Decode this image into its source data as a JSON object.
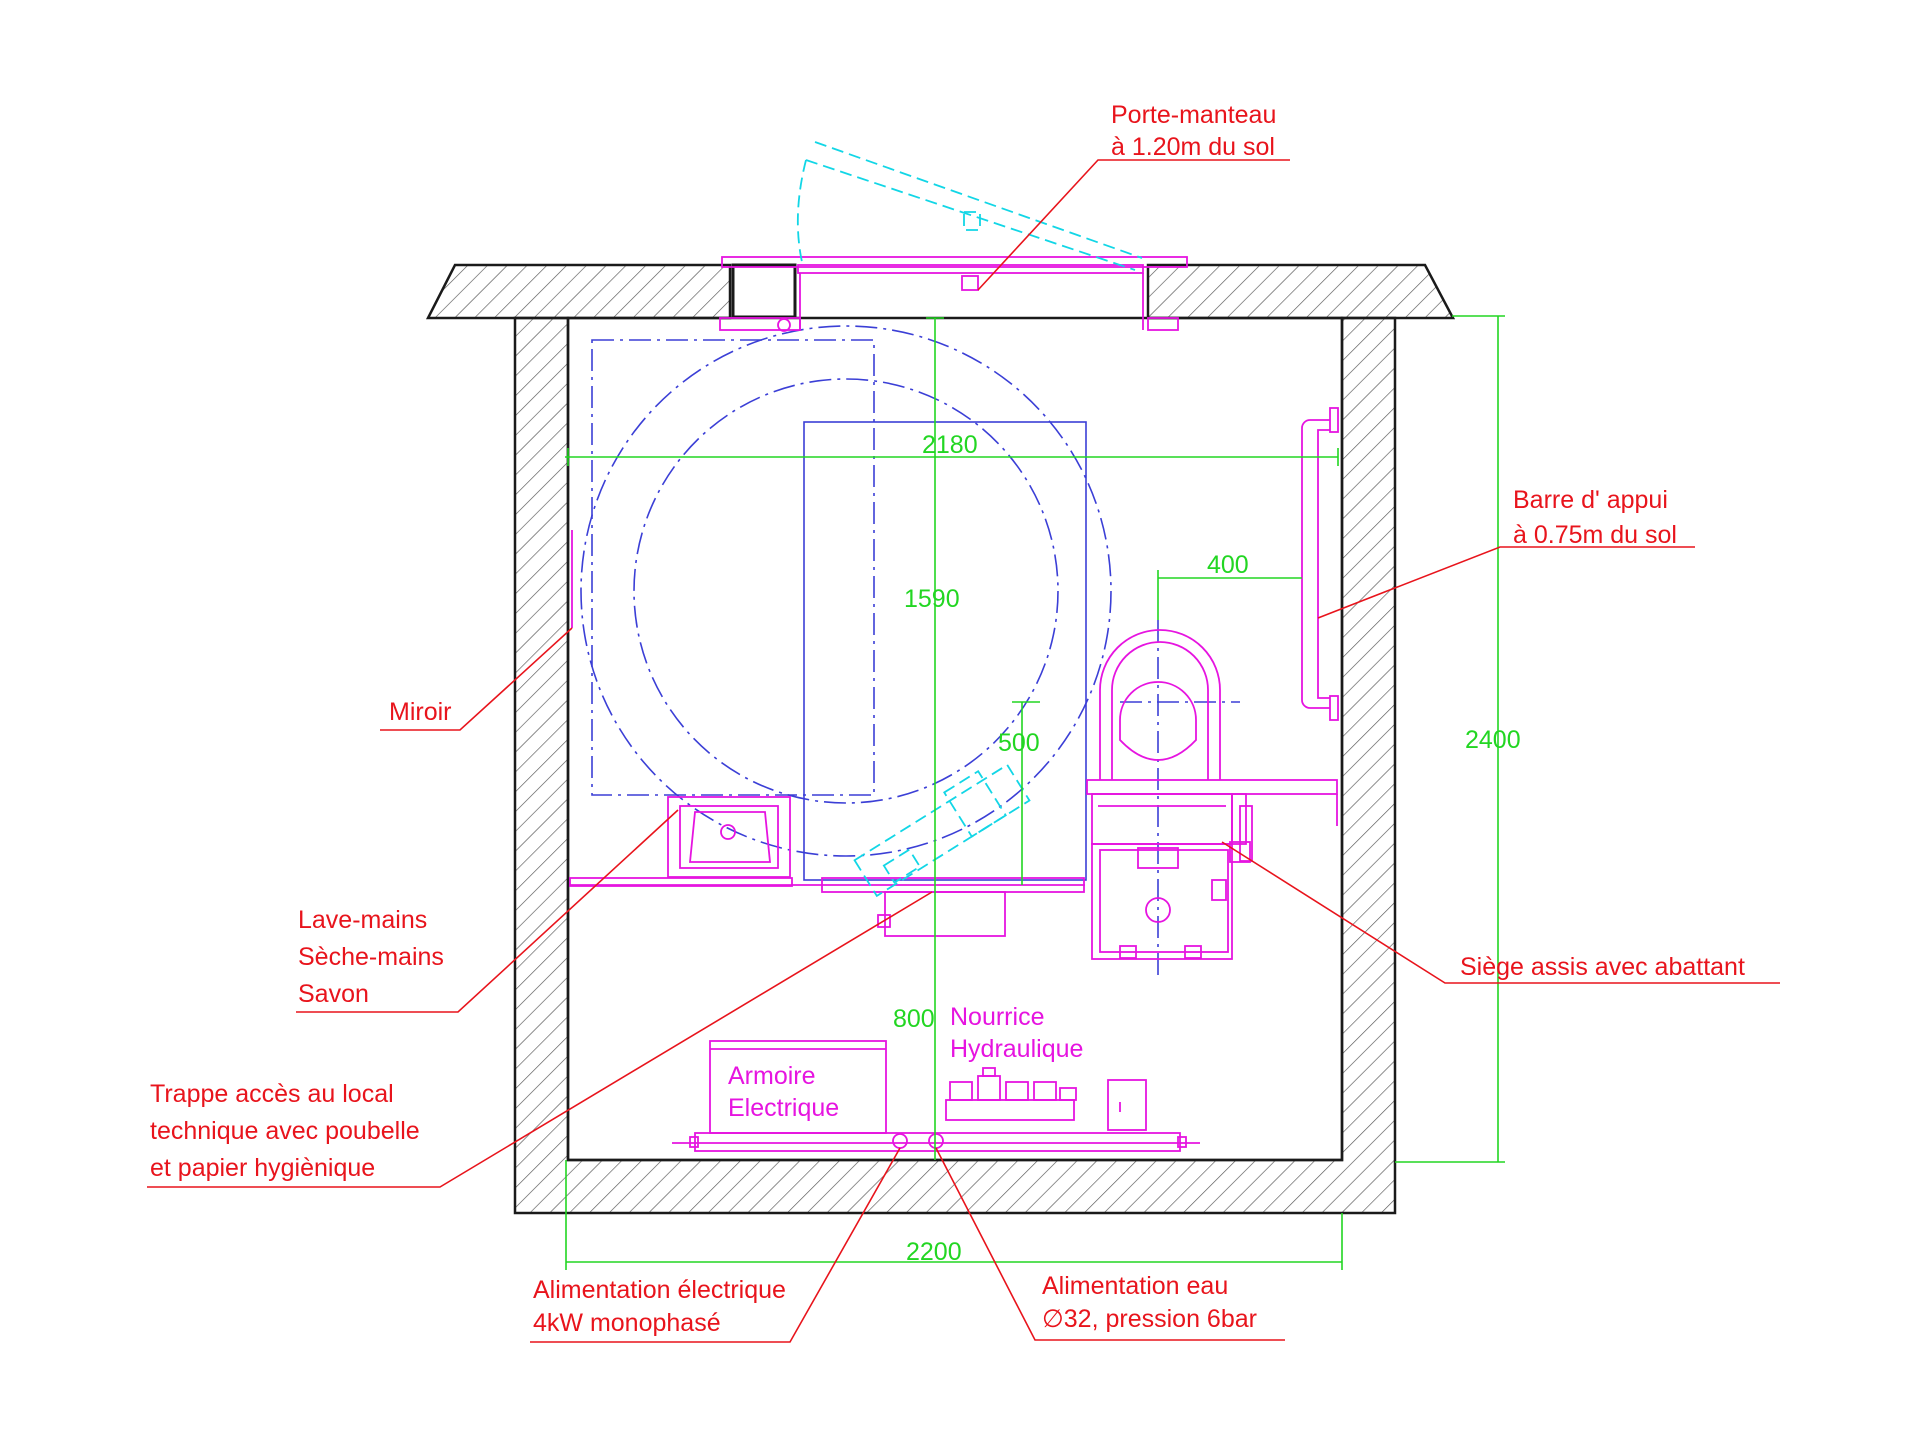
{
  "labels": {
    "porte_manteau": [
      "Porte-manteau",
      "à 1.20m du sol"
    ],
    "barre_appui": [
      "Barre d' appui",
      "à 0.75m du sol"
    ],
    "miroir": "Miroir",
    "lave_mains": [
      "Lave-mains",
      "Sèche-mains",
      "Savon"
    ],
    "siege": "Siège assis avec abattant",
    "trappe": [
      "Trappe accès au local",
      "technique avec poubelle",
      "et papier hygiènique"
    ],
    "alim_elec": [
      "Alimentation électrique",
      "4kW monophasé"
    ],
    "alim_eau": [
      "Alimentation eau",
      "∅32, pression 6bar"
    ]
  },
  "equipment": {
    "nourrice": [
      "Nourrice",
      "Hydraulique"
    ],
    "armoire": [
      "Armoire",
      "Electrique"
    ]
  },
  "dimensions": {
    "width_inner": "2180",
    "depth_inner": "1590",
    "seat_offset": "400",
    "turning": "500",
    "technical": "800",
    "height_total": "2400",
    "width_total": "2200"
  },
  "colors": {
    "labels": "#e8141c",
    "dimensions": "#22d622",
    "equipment": "#e614e0",
    "clearance": "#3b3fd6",
    "door_swing": "#12d6e6",
    "walls": "#1a1a1a"
  }
}
